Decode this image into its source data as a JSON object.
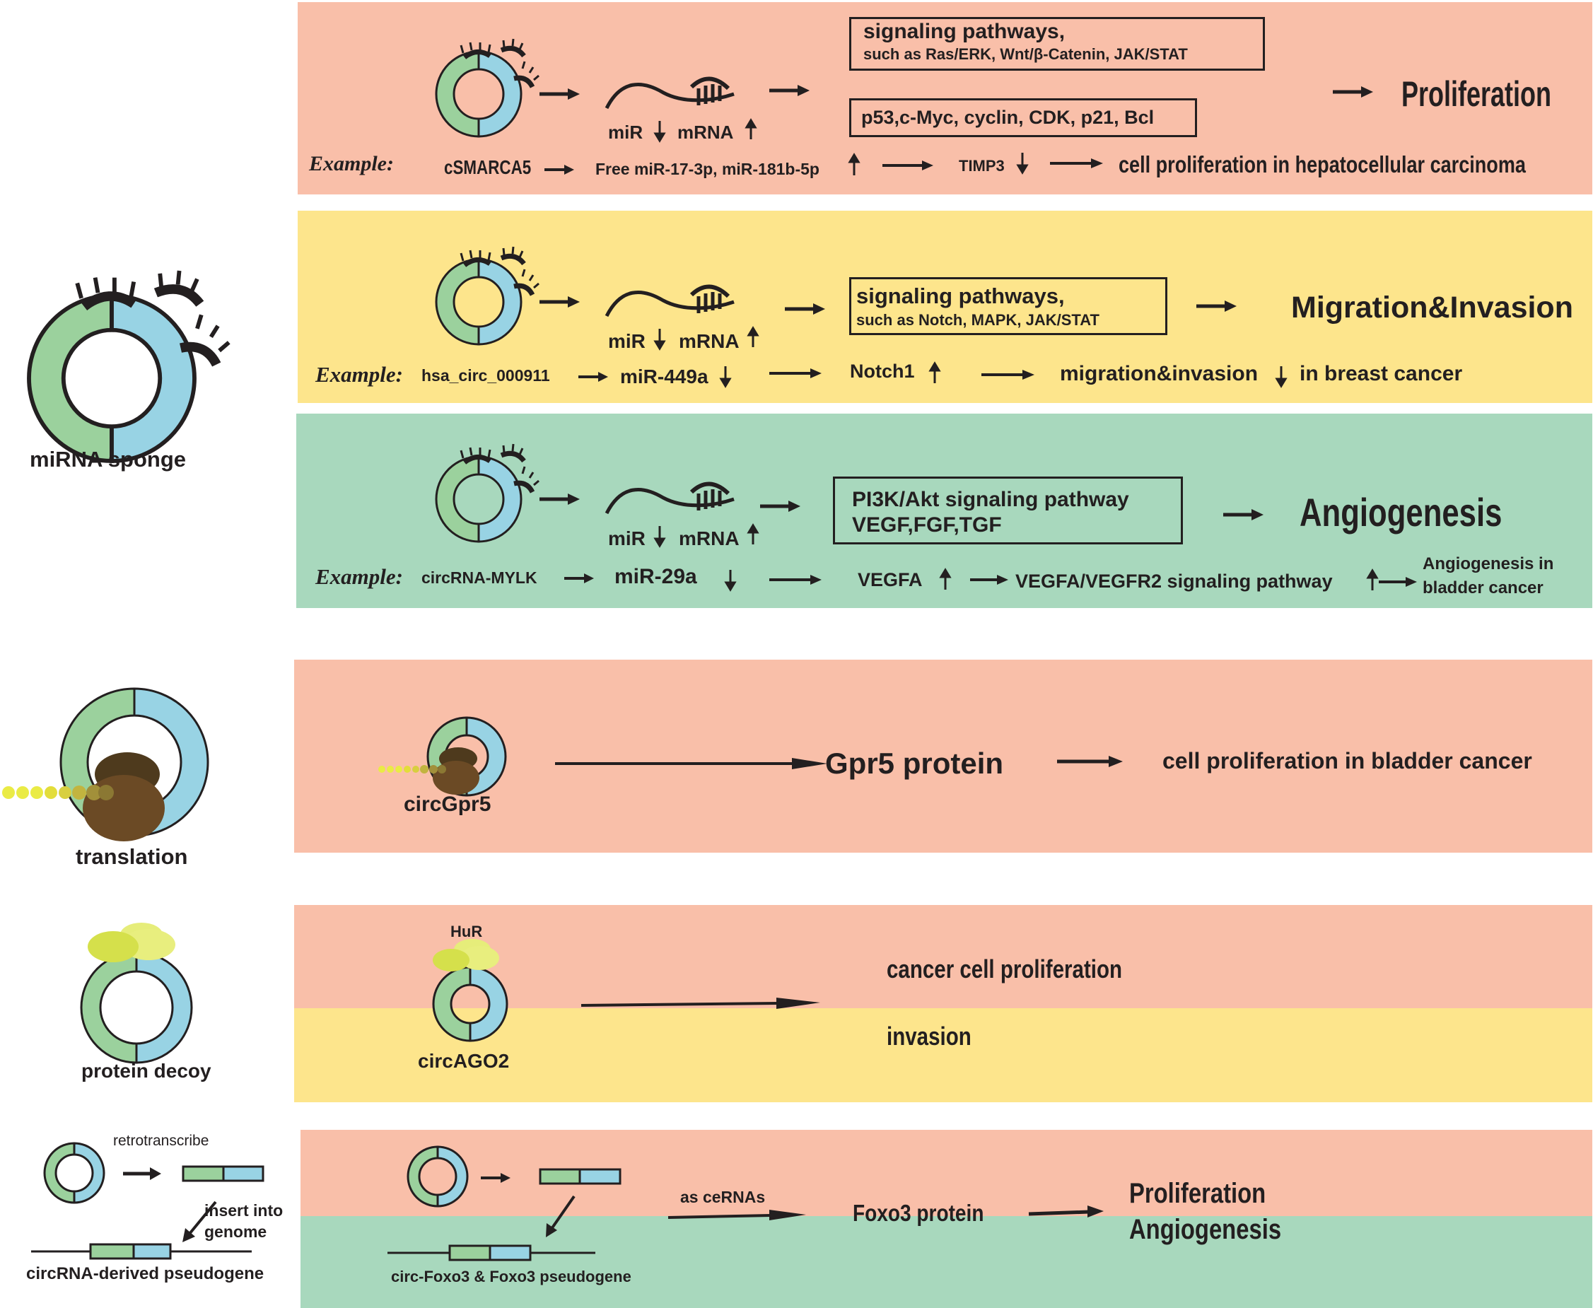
{
  "colors": {
    "salmon": "#f9bfa9",
    "yellow": "#fde58c",
    "green": "#a8d8bd",
    "circ_green": "#9bd19d",
    "circ_blue": "#98d3e4",
    "ribosome": "#6b4a25",
    "peptide": "#e8e23a",
    "hur": "#d9e356",
    "ink": "#231f20"
  },
  "left": {
    "sponge_label": "miRNA sponge",
    "translation_label": "translation",
    "decoy_label": "protein decoy",
    "retrotranscribe_label": "retrotranscribe",
    "insert_label": "insert into\ngenome",
    "pseudogene_label": "circRNA-derived pseudogene"
  },
  "common": {
    "mir_label": "miR",
    "mrna_label": "mRNA",
    "example_label": "Example:"
  },
  "row1": {
    "box1_line1": "signaling pathways,",
    "box1_line2": "such as Ras/ERK,  Wnt/β-Catenin, JAK/STAT",
    "box2": "p53,c-Myc, cyclin, CDK, p21, Bcl",
    "outcome": "Proliferation",
    "ex_circ": "cSMARCA5",
    "ex_mir": "Free miR-17-3p, miR-181b-5p",
    "ex_target": "TIMP3",
    "ex_result": "cell proliferation in hepatocellular carcinoma"
  },
  "row2": {
    "box_line1": "signaling pathways,",
    "box_line2": "such as Notch,  MAPK, JAK/STAT",
    "outcome": "Migration&Invasion",
    "ex_circ": "hsa_circ_000911",
    "ex_mir": "miR-449a",
    "ex_target": "Notch1",
    "ex_result": "migration&invasion",
    "ex_result2": "in breast cancer"
  },
  "row3": {
    "box_line1": "PI3K/Akt signaling pathway",
    "box_line2": "VEGF,FGF,TGF",
    "outcome": "Angiogenesis",
    "ex_circ": "circRNA-MYLK",
    "ex_mir": "miR-29a",
    "ex_target": "VEGFA",
    "ex_pathway": "VEGFA/VEGFR2 signaling pathway",
    "ex_result": "Angiogenesis in\nbladder cancer"
  },
  "row4": {
    "circ": "circGpr5",
    "protein": "Gpr5 protein",
    "result": "cell proliferation in bladder cancer"
  },
  "row5": {
    "hur": "HuR",
    "circ": "circAGO2",
    "result1": "cancer cell proliferation",
    "result2": "invasion"
  },
  "row6": {
    "cerna": "as ceRNAs",
    "protein": "Foxo3 protein",
    "result1": "Proliferation",
    "result2": "Angiogenesis",
    "circ": "circ-Foxo3 & Foxo3 pseudogene"
  }
}
